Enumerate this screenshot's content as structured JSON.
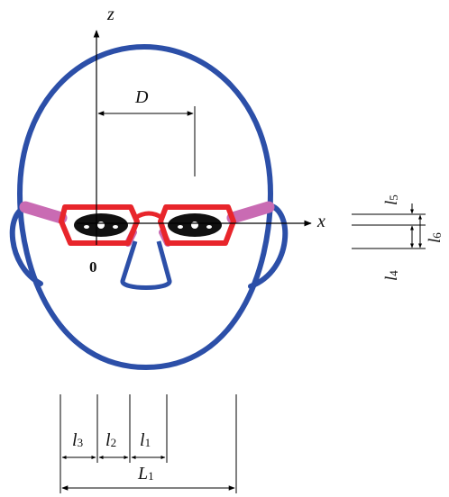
{
  "axes": {
    "z_label": "z",
    "x_label": "x",
    "origin_label": "0"
  },
  "dimensions": {
    "D": "D",
    "l1": {
      "letter": "l",
      "sub": "1"
    },
    "l2": {
      "letter": "l",
      "sub": "2"
    },
    "l3": {
      "letter": "l",
      "sub": "3"
    },
    "l4": {
      "letter": "l",
      "sub": "4"
    },
    "l5": {
      "letter": "l",
      "sub": "5"
    },
    "l6": {
      "letter": "l",
      "sub": "6"
    },
    "L1": {
      "letter": "L",
      "sub": "1"
    }
  },
  "colors": {
    "head_outline": "#2c4fa8",
    "glasses_frame": "#e8252b",
    "temple_pads": "#c96bb3",
    "eyes": "#111111",
    "dimension_lines": "#000000"
  }
}
